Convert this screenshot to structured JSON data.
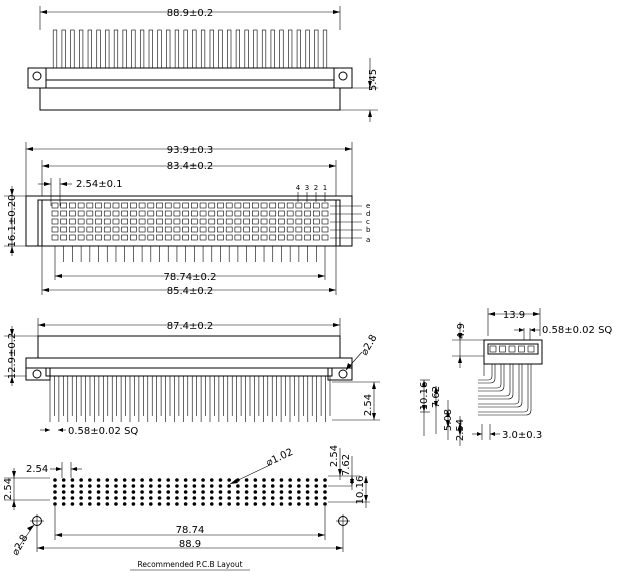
{
  "top_view": {
    "width_dim": "88.9±0.2",
    "height_dim": "5.45"
  },
  "front_view": {
    "overall_dim": "93.9±0.3",
    "mount_dim": "83.4±0.2",
    "pitch_dim": "2.54±0.1",
    "height_dim": "16.1±0.20",
    "contact_span_dim": "78.74±0.2",
    "body_dim": "85.4±0.2",
    "column_labels": [
      "4",
      "3",
      "2",
      "1"
    ],
    "row_labels": [
      "e",
      "d",
      "c",
      "b",
      "a"
    ]
  },
  "side_view": {
    "width_dim": "87.4±0.2",
    "height_dim": "12.9±0.2",
    "hole_dim": "⌀2.8",
    "pin_spacing_dim": "2.54",
    "pin_size_dim": "0.58±0.02  SQ"
  },
  "profile_view": {
    "width_dim": "13.9",
    "pin_size_dim": "0.58±0.02  SQ",
    "height_dim": "4.9",
    "row_dims": [
      "10.16",
      "7.62",
      "5.08",
      "2.54"
    ],
    "offset_dim": "3.0±0.3"
  },
  "pcb_layout": {
    "pitch_dim": "2.54",
    "pitch_vertical_dim": "2.54",
    "hole_dim": "⌀1.02",
    "right_dims": [
      "2.54",
      "7.62",
      "10.16"
    ],
    "mount_hole_dim": "⌀2.8",
    "span_dim": "78.74",
    "overall_dim": "88.9",
    "caption": "Recommended  P.C.B  Layout"
  }
}
